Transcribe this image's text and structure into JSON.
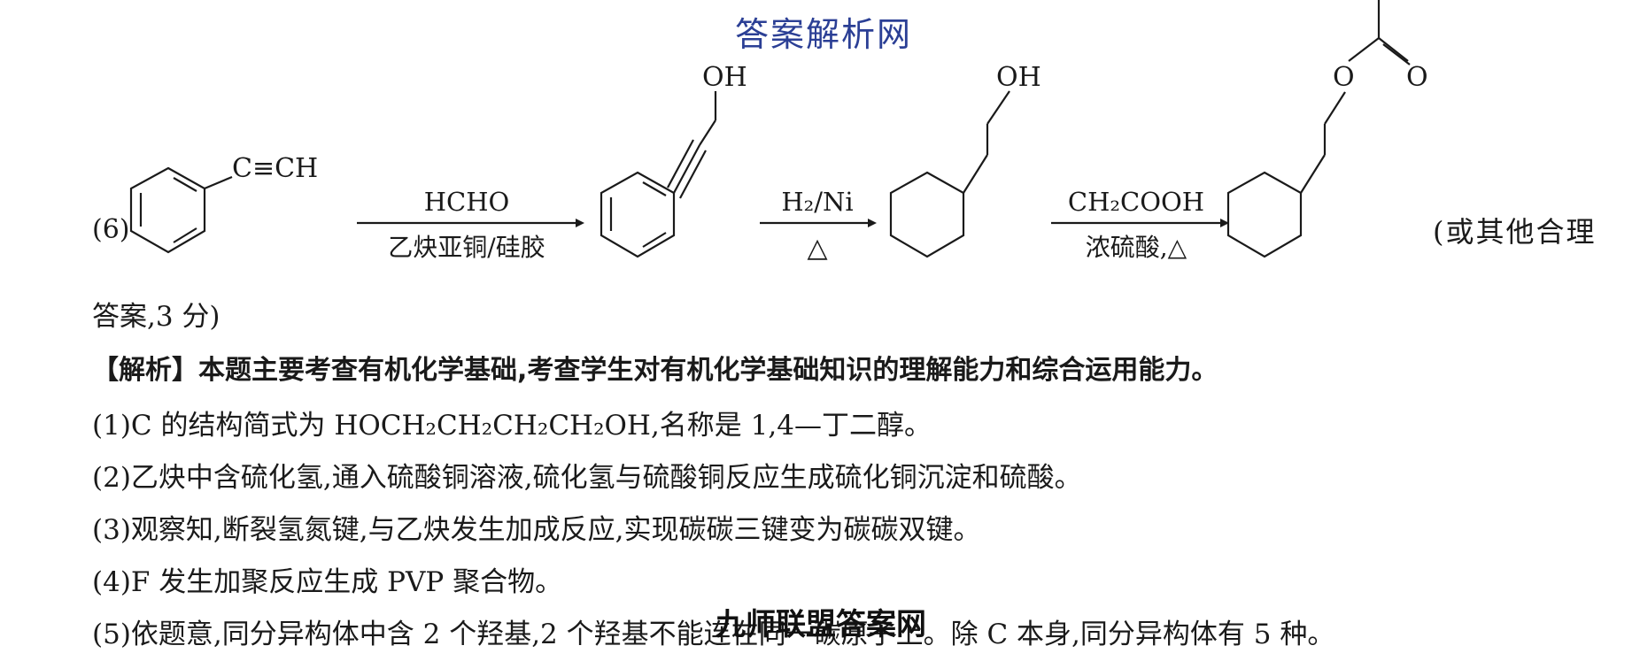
{
  "watermark_top": "答案解析网",
  "scheme": {
    "label": "(6)",
    "start_group": "C≡CH",
    "oh1": "OH",
    "oh2": "OH",
    "o_ester": "O",
    "o_carbonyl": "O",
    "step1_above": "HCHO",
    "step1_below": "乙炔亚铜/硅胶",
    "step2_above": "H₂/Ni",
    "step2_below": "△",
    "step3_above": "CH₂COOH",
    "step3_below": "浓硫酸,△",
    "tail": "(或其他合理"
  },
  "lines": {
    "answer_end": "答案,3 分)",
    "analysis_header": "【解析】本题主要考查有机化学基础,考查学生对有机化学基础知识的理解能力和综合运用能力。",
    "p1": "(1)C 的结构简式为 HOCH₂CH₂CH₂CH₂OH,名称是 1,4—丁二醇。",
    "p2": "(2)乙炔中含硫化氢,通入硫酸铜溶液,硫化氢与硫酸铜反应生成硫化铜沉淀和硫酸。",
    "p3": "(3)观察知,断裂氢氮键,与乙炔发生加成反应,实现碳碳三键变为碳碳双键。",
    "p4": "(4)F 发生加聚反应生成 PVP 聚合物。",
    "p5": "(5)依题意,同分异构体中含 2 个羟基,2 个羟基不能连在同一碳原子上。除 C 本身,同分异构体有 5 种。"
  },
  "watermark_bottom": "九师联盟答案网"
}
